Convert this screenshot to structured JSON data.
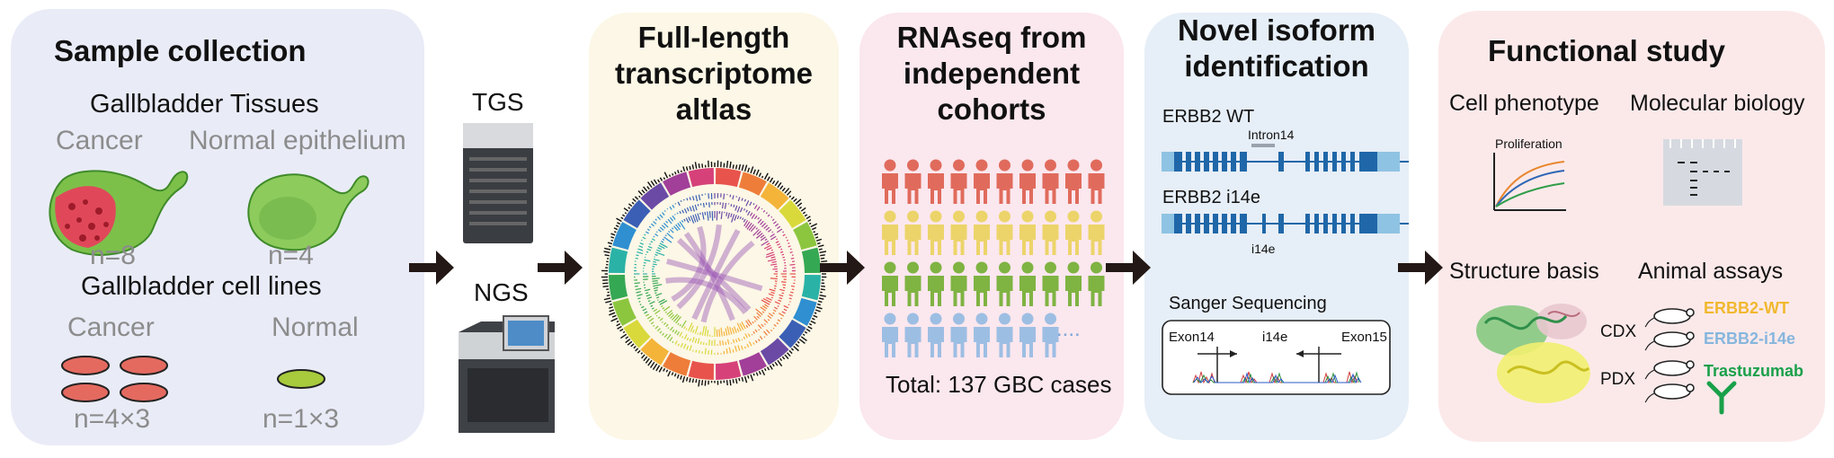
{
  "sample": {
    "title": "Sample collection",
    "tissues_heading": "Gallbladder Tissues",
    "cancer_label": "Cancer",
    "normal_label": "Normal epithelium",
    "cancer_n": "n=8",
    "normal_n": "n=4",
    "lines_heading": "Gallbladder cell lines",
    "lines_cancer_label": "Cancer",
    "lines_normal_label": "Normal",
    "lines_cancer_n": "n=4×3",
    "lines_normal_n": "n=1×3"
  },
  "sequencing": {
    "tgs_label": "TGS",
    "ngs_label": "NGS"
  },
  "transcriptome": {
    "title_line1": "Full-length",
    "title_line2": "transcriptome",
    "title_line3": "altlas"
  },
  "rnaseq": {
    "title_line1": "RNAseq from",
    "title_line2": "independent",
    "title_line3": "cohorts",
    "ellipsis": "....",
    "total": "Total: 137 GBC cases"
  },
  "isoform": {
    "title_line1": "Novel isoform",
    "title_line2": "identification",
    "wt_label": "ERBB2 WT",
    "intron_label": "Intron14",
    "i14e_label": "ERBB2 i14e",
    "i14e_sub": "i14e",
    "sanger_title": "Sanger Sequencing",
    "exon14": "Exon14",
    "i14e_mid": "i14e",
    "exon15": "Exon15"
  },
  "functional": {
    "title": "Functional study",
    "cell_phenotype": "Cell phenotype",
    "molecular_biology": "Molecular biology",
    "proliferation": "Proliferation",
    "structure_basis": "Structure basis",
    "animal_assays": "Animal assays",
    "cdx": "CDX",
    "pdx": "PDX",
    "erbb2_wt": "ERBB2-WT",
    "erbb2_i14e": "ERBB2-i14e",
    "trastuzumab": "Trastuzumab"
  },
  "colors": {
    "panel_sample": "#e9ecf7",
    "panel_atlas": "#fcf7e6",
    "panel_rnaseq": "#fbe7ee",
    "panel_isoform": "#e6eef7",
    "panel_functional": "#fbe9ea",
    "arrow": "#231815",
    "gene_dark": "#1f67a8",
    "gene_light": "#8fc3e3",
    "person_red": "#e06b5c",
    "person_yellow": "#ecd46a",
    "person_green": "#7fb342",
    "person_blue": "#9dbee3",
    "erbb2_wt_text": "#f1b82d",
    "erbb2_i14e_text": "#86b6dd",
    "trastuzumab_text": "#1aa04a"
  }
}
